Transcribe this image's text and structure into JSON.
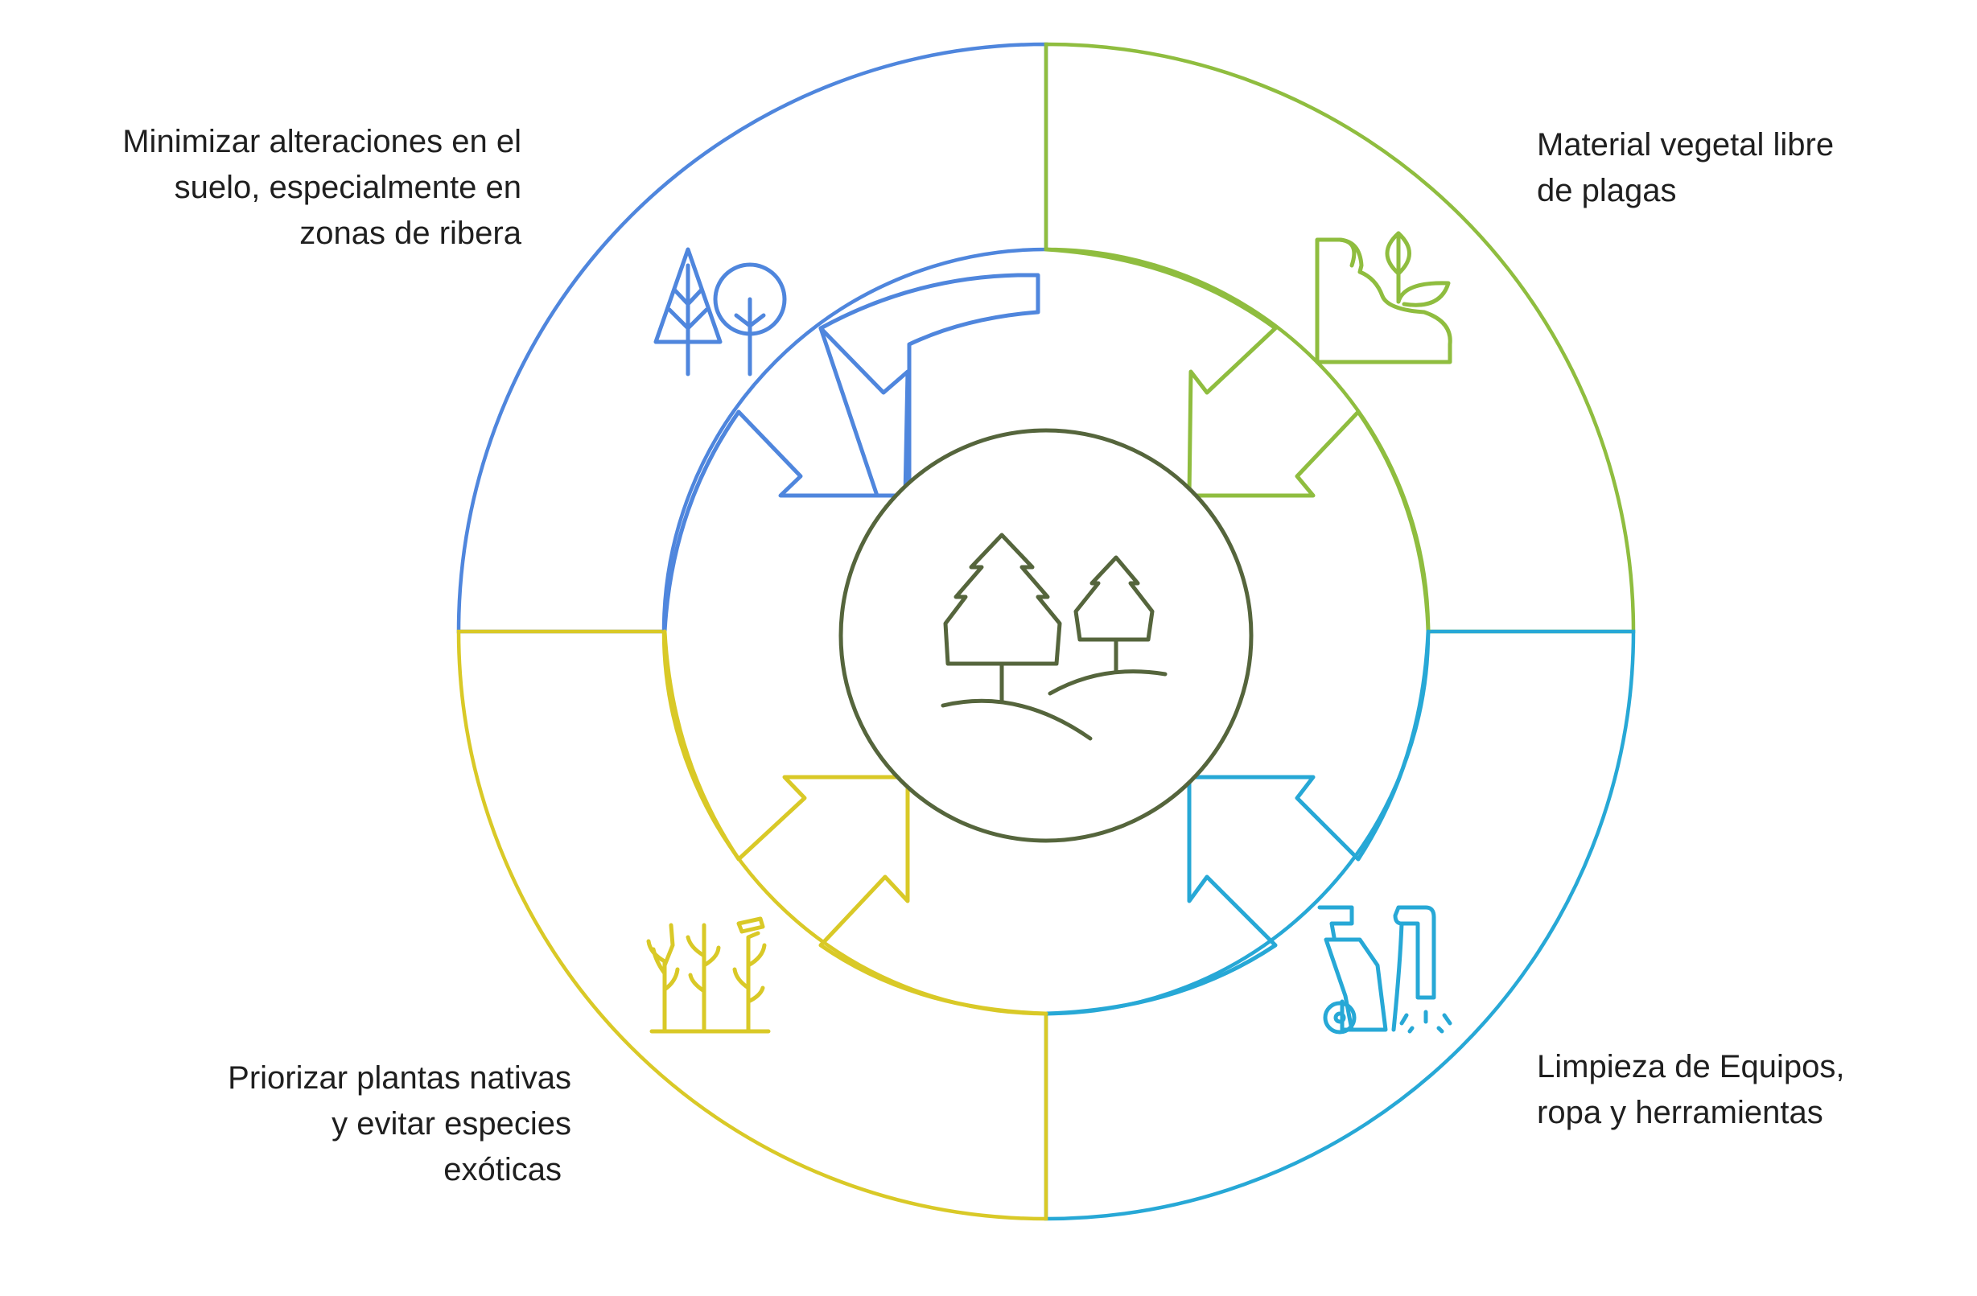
{
  "colors": {
    "blue": "#4f86dd",
    "green": "#8fbd3f",
    "yellow": "#d9c927",
    "cyan": "#27a8d6",
    "center": "#55653c",
    "text": "#1f1f1f"
  },
  "center": {
    "icon": "forest-hills-icon"
  },
  "segments": [
    {
      "id": "top-left",
      "icon": "trees-icon",
      "color_key": "blue",
      "lines": [
        "Minimizar alteraciones en el",
        "suelo, especialmente en",
        "zonas de ribera"
      ]
    },
    {
      "id": "top-right",
      "icon": "sprouting-plant-icon",
      "color_key": "green",
      "lines": [
        "Material vegetal libre",
        "de plagas"
      ]
    },
    {
      "id": "bottom-right",
      "icon": "pressure-washer-icon",
      "color_key": "cyan",
      "lines": [
        "Limpieza de Equipos,",
        "ropa y herramientas"
      ]
    },
    {
      "id": "bottom-left",
      "icon": "native-plants-icon",
      "color_key": "yellow",
      "lines": [
        "Priorizar plantas nativas",
        "y evitar especies",
        "exóticas"
      ]
    }
  ]
}
